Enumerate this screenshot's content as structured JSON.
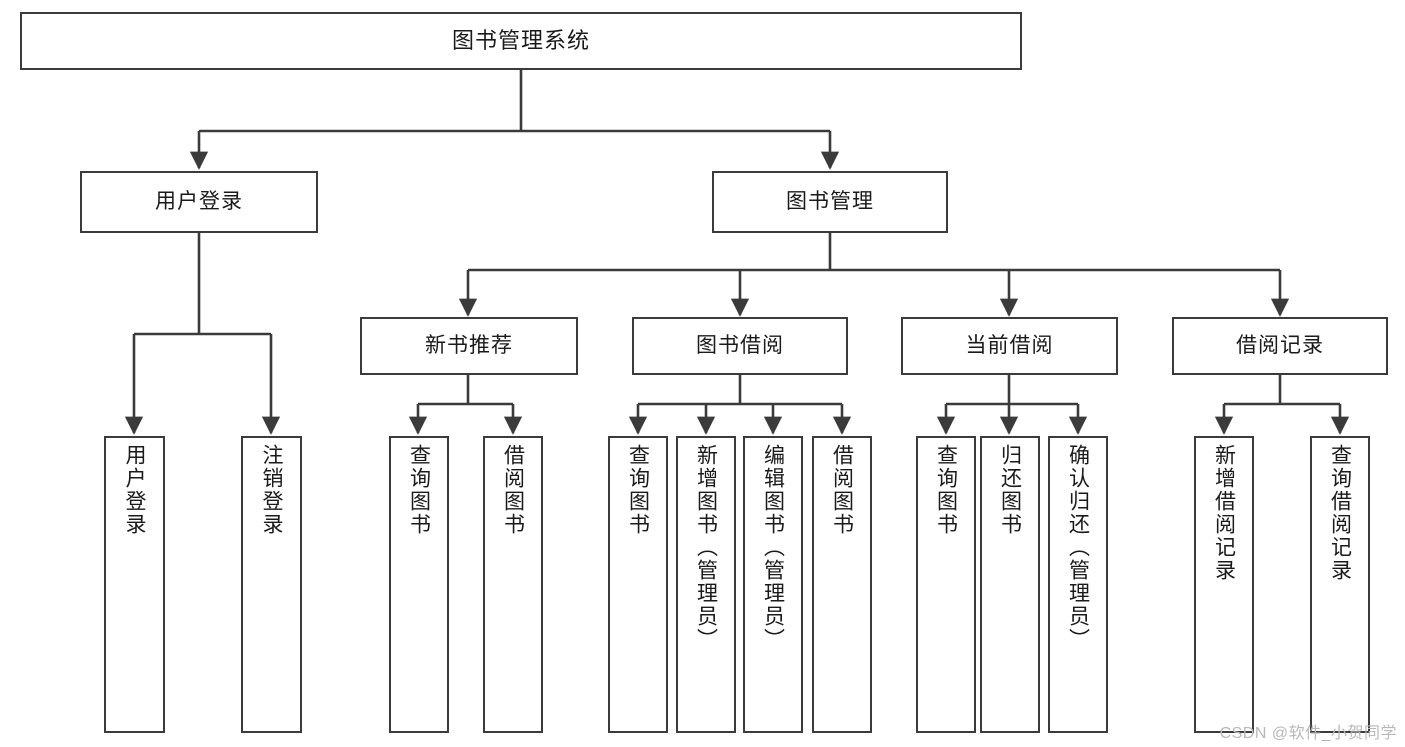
{
  "diagram": {
    "title": "图书管理系统",
    "type": "function-hierarchy-tree",
    "watermark": "CSDN @软件_小贺同学",
    "colors": {
      "box_border": "#3b3b3b",
      "box_fill": "#ffffff",
      "connector": "#3b3b3b",
      "text": "#1a1a1a",
      "watermark": "#b8b8b8",
      "background": "#ffffff"
    },
    "nodes": {
      "root": {
        "label": "图书管理系统"
      },
      "level1": [
        {
          "id": "user-login",
          "label": "用户登录"
        },
        {
          "id": "book-manage",
          "label": "图书管理"
        }
      ],
      "level2": [
        {
          "id": "new-book-recommend",
          "label": "新书推荐"
        },
        {
          "id": "book-borrow",
          "label": "图书借阅"
        },
        {
          "id": "current-borrow",
          "label": "当前借阅"
        },
        {
          "id": "borrow-record",
          "label": "借阅记录"
        }
      ],
      "leaves": {
        "user-login": [
          {
            "id": "leaf-user-login",
            "label": "用户登录"
          },
          {
            "id": "leaf-user-logout",
            "label": "注销登录"
          }
        ],
        "new-book-recommend": [
          {
            "id": "leaf-query-book-1",
            "label": "查询图书"
          },
          {
            "id": "leaf-borrow-book-1",
            "label": "借阅图书"
          }
        ],
        "book-borrow": [
          {
            "id": "leaf-query-book-2",
            "label": "查询图书"
          },
          {
            "id": "leaf-add-book",
            "label": "新增图书（管理员）"
          },
          {
            "id": "leaf-edit-book",
            "label": "编辑图书（管理员）"
          },
          {
            "id": "leaf-borrow-book-2",
            "label": "借阅图书"
          }
        ],
        "current-borrow": [
          {
            "id": "leaf-query-book-3",
            "label": "查询图书"
          },
          {
            "id": "leaf-return-book",
            "label": "归还图书"
          },
          {
            "id": "leaf-confirm-return",
            "label": "确认归还（管理员）"
          }
        ],
        "borrow-record": [
          {
            "id": "leaf-add-record",
            "label": "新增借阅记录"
          },
          {
            "id": "leaf-query-record",
            "label": "查询借阅记录"
          }
        ]
      }
    }
  }
}
